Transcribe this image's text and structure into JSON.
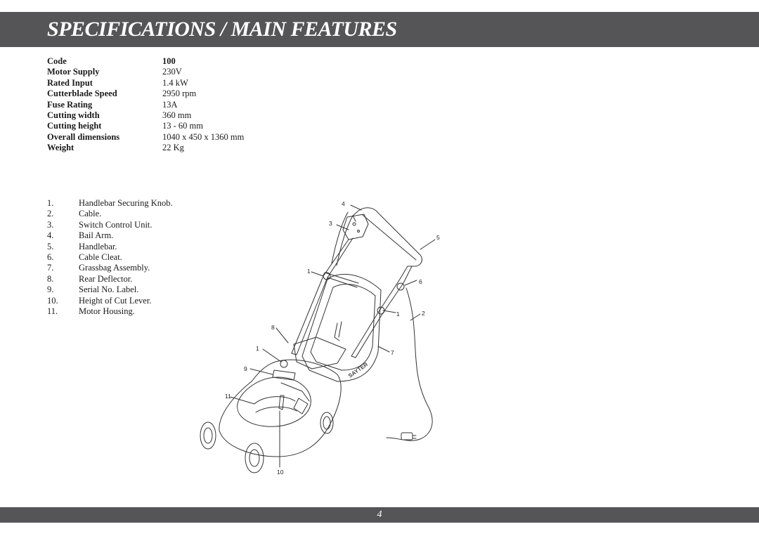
{
  "header": {
    "title": "SPECIFICATIONS / MAIN FEATURES"
  },
  "specs": [
    {
      "label": "Code",
      "value": "100"
    },
    {
      "label": "Motor Supply",
      "value": "230V"
    },
    {
      "label": "Rated Input",
      "value": "1.4 kW"
    },
    {
      "label": "Cutterblade Speed",
      "value": "2950 rpm"
    },
    {
      "label": "Fuse Rating",
      "value": "13A"
    },
    {
      "label": "Cutting width",
      "value": "360 mm"
    },
    {
      "label": "Cutting height",
      "value": "13 - 60 mm"
    },
    {
      "label": "Overall dimensions",
      "value": "1040 x 450 x 1360 mm"
    },
    {
      "label": "Weight",
      "value": "22 Kg"
    }
  ],
  "parts": [
    {
      "num": "1.",
      "label": "Handlebar Securing Knob."
    },
    {
      "num": "2.",
      "label": "Cable."
    },
    {
      "num": "3.",
      "label": "Switch Control Unit."
    },
    {
      "num": "4.",
      "label": "Bail Arm."
    },
    {
      "num": "5.",
      "label": "Handlebar."
    },
    {
      "num": "6.",
      "label": "Cable Cleat."
    },
    {
      "num": "7.",
      "label": "Grassbag Assembly."
    },
    {
      "num": "8.",
      "label": "Rear Deflector."
    },
    {
      "num": "9.",
      "label": "Serial No. Label."
    },
    {
      "num": "10.",
      "label": "Height of Cut Lever."
    },
    {
      "num": "11.",
      "label": "Motor Housing."
    }
  ],
  "diagram": {
    "callouts": [
      "4",
      "3",
      "5",
      "1",
      "6",
      "1",
      "2",
      "8",
      "7",
      "1",
      "9",
      "11",
      "10"
    ],
    "brand": "SAYTER"
  },
  "footer": {
    "page_number": "4"
  }
}
